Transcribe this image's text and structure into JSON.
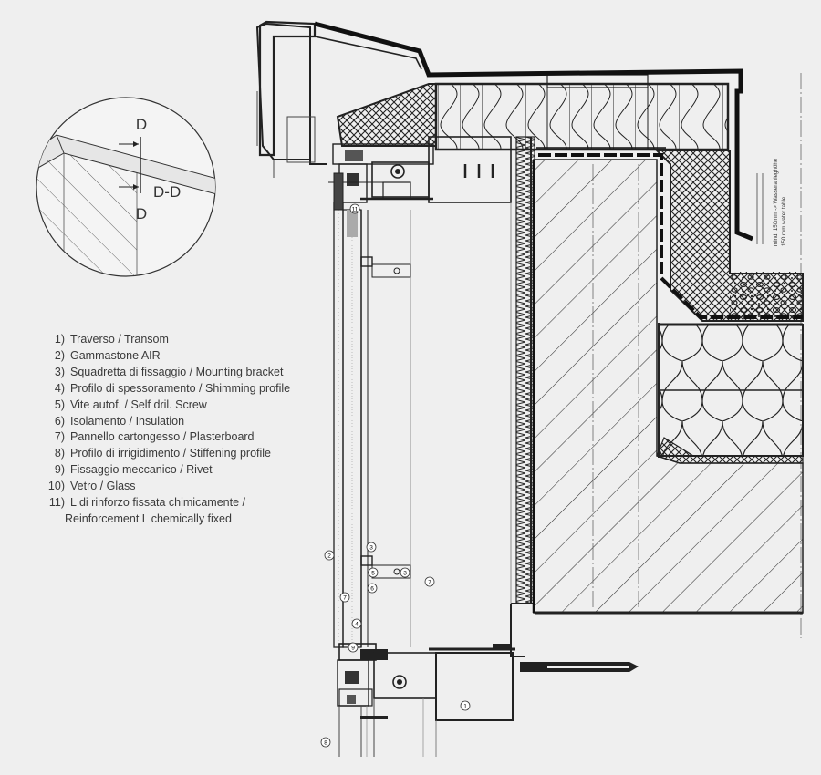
{
  "detail": {
    "cut_label_top": "D",
    "cut_label_bottom": "D",
    "section_label": "D-D"
  },
  "legend": [
    {
      "num": "1)",
      "text": "Traverso / Transom"
    },
    {
      "num": "2)",
      "text": "Gammastone AIR"
    },
    {
      "num": "3)",
      "text": "Squadretta di fissaggio / Mounting bracket"
    },
    {
      "num": "4)",
      "text": "Profilo di spessoramento / Shimming profile"
    },
    {
      "num": "5)",
      "text": "Vite autof. / Self dril. Screw"
    },
    {
      "num": "6)",
      "text": "Isolamento / Insulation"
    },
    {
      "num": "7)",
      "text": "Pannello cartongesso / Plasterboard"
    },
    {
      "num": "8)",
      "text": "Profilo di irrigidimento / Stiffening profile"
    },
    {
      "num": "9)",
      "text": "Fissaggio meccanico / Rivet"
    },
    {
      "num": "10)",
      "text": "Vetro / Glass"
    },
    {
      "num": "11)",
      "text": "L di rinforzo fissata chimicamente /",
      "continuation": "Reinforcement L chemically fixed"
    }
  ],
  "callouts": {
    "c11": "11",
    "c2": "2",
    "c3a": "3",
    "c5": "5",
    "c3b": "3",
    "c7a": "7",
    "c6": "6",
    "c7b": "7",
    "c4": "4",
    "c9": "9",
    "c1": "1",
    "c8": "8"
  },
  "annotation": {
    "line1": "mind. 150mm -> Wasseranleghöhe",
    "line2": "150 mm water table"
  },
  "colors": {
    "background": "#efefef",
    "line": "#222222",
    "text": "#3a3a3a"
  }
}
